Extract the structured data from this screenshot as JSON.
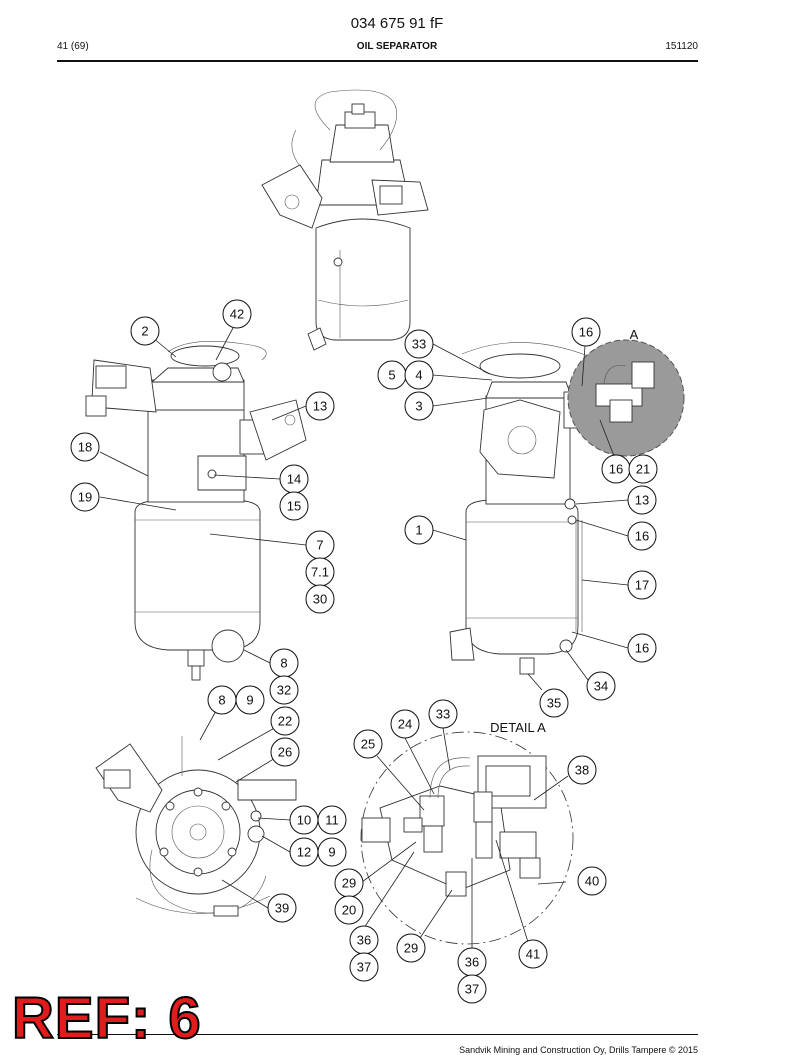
{
  "header": {
    "doc_number": "034 675 91 fF",
    "page_count": "41 (69)",
    "section_title": "OIL SEPARATOR",
    "date_code": "151120"
  },
  "figure": {
    "detail_label": "DETAIL A",
    "view_marker": "A",
    "callouts": [
      "2",
      "42",
      "13",
      "14",
      "15",
      "18",
      "19",
      "7",
      "7.1",
      "30",
      "8",
      "32",
      "33",
      "16",
      "5",
      "4",
      "3",
      "16",
      "21",
      "13",
      "16",
      "1",
      "17",
      "16",
      "34",
      "35",
      "8",
      "9",
      "22",
      "26",
      "10",
      "11",
      "12",
      "9",
      "39",
      "24",
      "33",
      "25",
      "38",
      "29",
      "20",
      "40",
      "36",
      "37",
      "29",
      "36",
      "41",
      "37"
    ]
  },
  "footer": {
    "copyright": "Sandvik Mining and Construction Oy, Drills Tampere © 2015"
  },
  "stamp": {
    "text": "REF: 6"
  },
  "colors": {
    "stamp_red": "#e11c1c",
    "detail_circle_gray": "#9a9a9a"
  }
}
